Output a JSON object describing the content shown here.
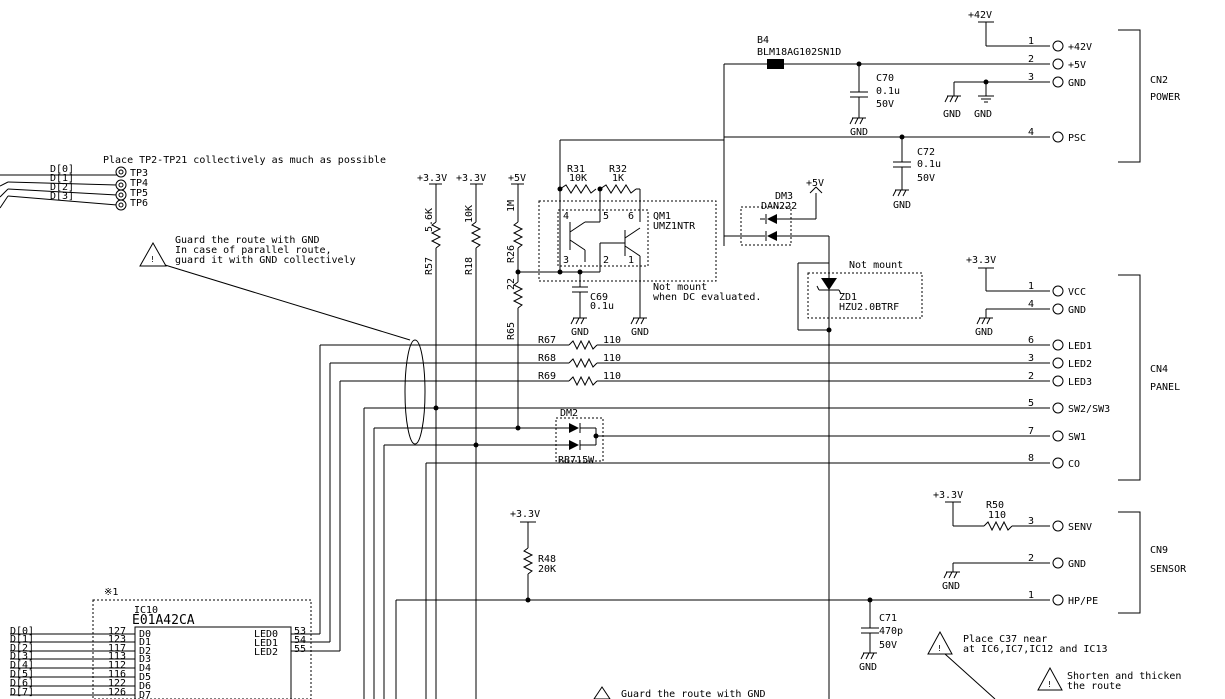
{
  "diagram": {
    "tp_bus": [
      "D[0]",
      "D[1]",
      "D[2]",
      "D[3]"
    ],
    "tp_names": [
      "TP3",
      "TP4",
      "TP5",
      "TP6"
    ],
    "tp_note": "Place TP2-TP21 collectively as much as possible",
    "guard_note": {
      "line1": "Guard the route with GND",
      "line2": "In case of parallel route,",
      "line3": "guard it with GND collectively"
    },
    "rails": {
      "p3v3": "+3.3V",
      "p5v": "+5V",
      "p42v": "+42V",
      "gnd": "GND"
    },
    "resistors": {
      "r57": {
        "name": "R57",
        "value": "5.6K"
      },
      "r18": {
        "name": "R18",
        "value": "10K"
      },
      "r26": {
        "name": "R26",
        "value": "1M"
      },
      "r65": {
        "name": "R65",
        "value": "22"
      },
      "r31": {
        "name": "R31",
        "value": "10K"
      },
      "r32": {
        "name": "R32",
        "value": "1K"
      },
      "r67": {
        "name": "R67",
        "value": "110"
      },
      "r68": {
        "name": "R68",
        "value": "110"
      },
      "r69": {
        "name": "R69",
        "value": "110"
      },
      "r48": {
        "name": "R48",
        "value": "20K"
      },
      "r50": {
        "name": "R50",
        "value": "110"
      }
    },
    "qm1": {
      "name": "QM1",
      "part": "UMZ1NTR",
      "pins": [
        "4",
        "5",
        "6",
        "3",
        "2",
        "1"
      ],
      "note1": "Not mount",
      "note2": "when DC evaluated."
    },
    "c69": {
      "name": "C69",
      "value": "0.1u"
    },
    "b4": {
      "name": "B4",
      "part": "BLM18AG102SN1D"
    },
    "c70": {
      "name": "C70",
      "value": "0.1u",
      "voltage": "50V"
    },
    "c72": {
      "name": "C72",
      "value": "0.1u",
      "voltage": "50V"
    },
    "c71": {
      "name": "C71",
      "value": "470p",
      "voltage": "50V"
    },
    "dm3": {
      "name": "DM3",
      "part": "DAN222"
    },
    "zd1": {
      "name": "ZD1",
      "part": "HZU2.0BTRF",
      "note": "Not mount"
    },
    "dm2": {
      "name": "DM2",
      "part": "RB715W"
    },
    "cn2": {
      "name": "CN2",
      "label": "POWER",
      "pins": [
        {
          "num": "1",
          "signal": "+42V"
        },
        {
          "num": "2",
          "signal": "+5V"
        },
        {
          "num": "3",
          "signal": "GND"
        },
        {
          "num": "4",
          "signal": "PSC"
        }
      ]
    },
    "cn4": {
      "name": "CN4",
      "label": "PANEL",
      "pins": [
        {
          "num": "1",
          "signal": "VCC"
        },
        {
          "num": "4",
          "signal": "GND"
        },
        {
          "num": "6",
          "signal": "LED1"
        },
        {
          "num": "3",
          "signal": "LED2"
        },
        {
          "num": "2",
          "signal": "LED3"
        },
        {
          "num": "5",
          "signal": "SW2/SW3"
        },
        {
          "num": "7",
          "signal": "SW1"
        },
        {
          "num": "8",
          "signal": "CO"
        }
      ]
    },
    "cn9": {
      "name": "CN9",
      "label": "SENSOR",
      "pins": [
        {
          "num": "3",
          "signal": "SENV"
        },
        {
          "num": "2",
          "signal": "GND"
        },
        {
          "num": "1",
          "signal": "HP/PE"
        }
      ]
    },
    "ic10": {
      "marker": "※1",
      "name": "IC10",
      "part": "E01A42CA",
      "pins": [
        {
          "net": "D[0]",
          "num": "127",
          "name": "D0"
        },
        {
          "net": "D[1]",
          "num": "123",
          "name": "D1"
        },
        {
          "net": "D[2]",
          "num": "117",
          "name": "D2"
        },
        {
          "net": "D[3]",
          "num": "113",
          "name": "D3"
        },
        {
          "net": "D[4]",
          "num": "112",
          "name": "D4"
        },
        {
          "net": "D[5]",
          "num": "116",
          "name": "D5"
        },
        {
          "net": "D[6]",
          "num": "122",
          "name": "D6"
        },
        {
          "net": "D[7]",
          "num": "126",
          "name": "D7"
        }
      ],
      "led_pins": [
        {
          "name": "LED0",
          "num": "53"
        },
        {
          "name": "LED1",
          "num": "54"
        },
        {
          "name": "LED2",
          "num": "55"
        }
      ]
    },
    "notes": {
      "c37_line1": "Place C37 near",
      "c37_line2": "at IC6,IC7,IC12 and IC13",
      "shorten_line1": "Shorten and thicken",
      "shorten_line2": "the route",
      "guard_bottom": "Guard the route with GND"
    }
  }
}
